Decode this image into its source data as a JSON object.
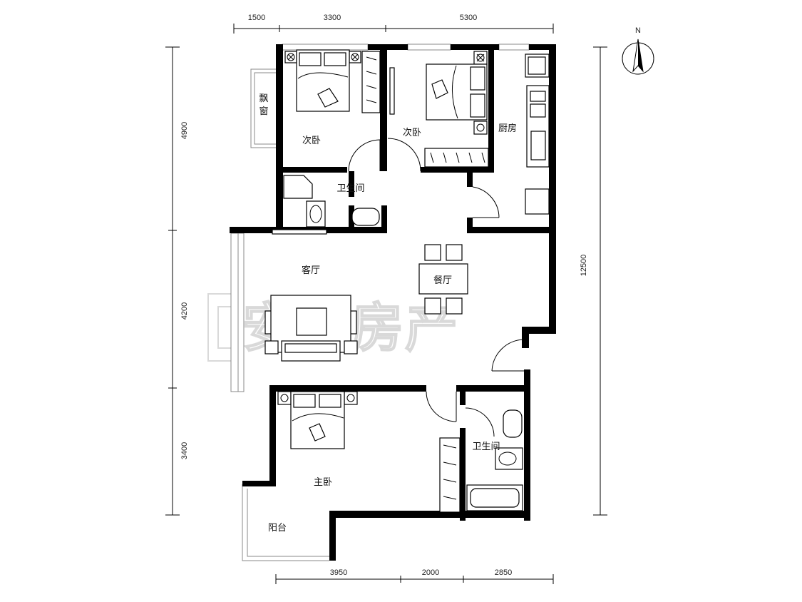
{
  "dimensions": {
    "top": [
      "1500",
      "3300",
      "5300"
    ],
    "bottom": [
      "3950",
      "2000",
      "2850"
    ],
    "left": [
      "4900",
      "4200",
      "3400"
    ],
    "right": "12500"
  },
  "compass": {
    "label": "N"
  },
  "rooms": {
    "bay_window": "飘窗",
    "bedroom2_left": "次卧",
    "bedroom2_right": "次卧",
    "kitchen": "厨房",
    "bathroom_top": "卫生间",
    "living_room": "客厅",
    "dining_room": "餐厅",
    "master_bedroom": "主卧",
    "bathroom_bottom": "卫生间",
    "balcony": "阳台"
  },
  "watermark": "安居房产"
}
